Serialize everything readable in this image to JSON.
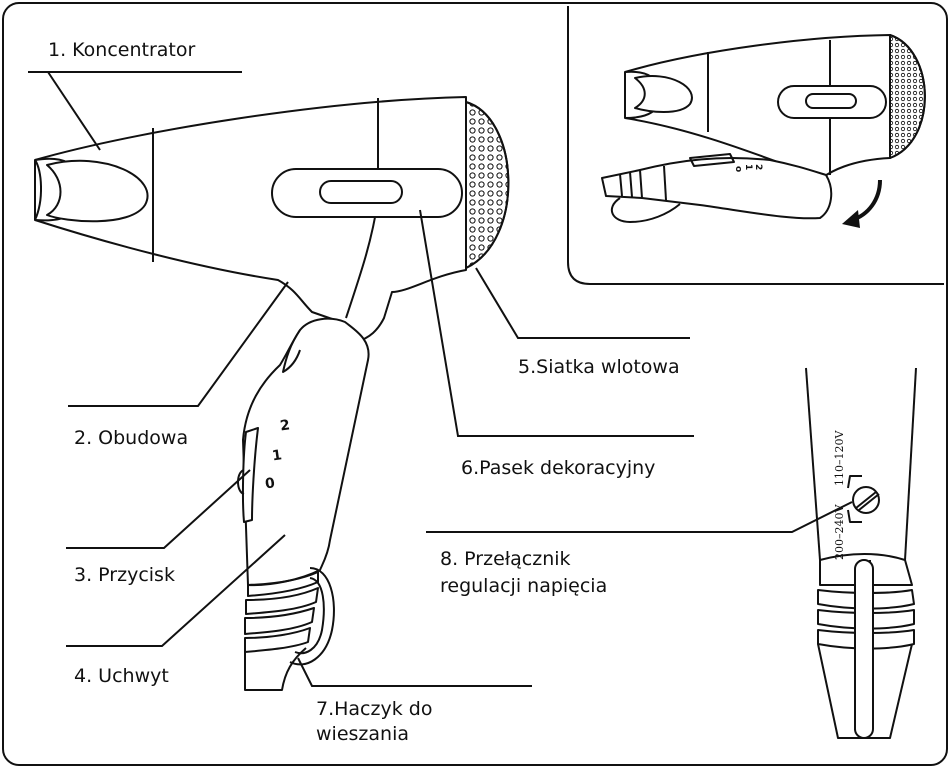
{
  "labels": {
    "koncentrator": "1. Koncentrator",
    "obudowa": "2. Obudowa",
    "przycisk": "3. Przycisk",
    "uchwyt": "4. Uchwyt",
    "siatka": "5.Siatka wlotowa",
    "pasek": "6.Pasek dekoracyjny",
    "haczyk_line1": "7.Haczyk do",
    "haczyk_line2": "wieszania",
    "przelacznik_line1": "8. Przełącznik",
    "przelacznik_line2": "regulacji napięcia"
  },
  "switch_marks": [
    "2",
    "1",
    "0"
  ],
  "voltage": {
    "high": "110–120V",
    "low": "200–240V"
  },
  "colors": {
    "stroke": "#111111",
    "background": "#ffffff"
  }
}
